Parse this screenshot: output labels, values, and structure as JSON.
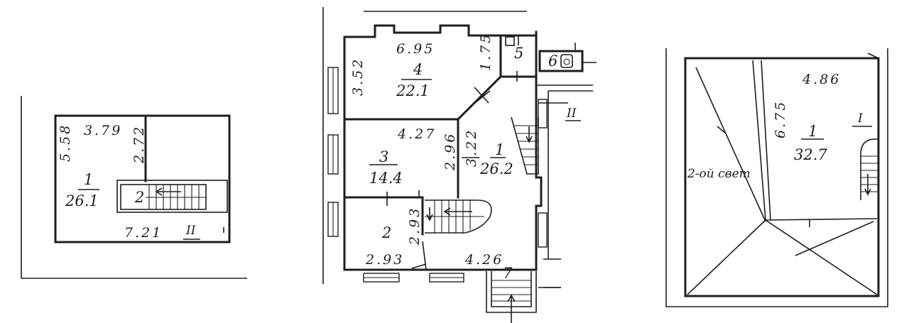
{
  "left_plan": {
    "dim_top": "3.79",
    "dim_left": "5.58",
    "dim_right": "2.72",
    "room_number": "1",
    "room_area": "26.1",
    "stair_number": "2",
    "dim_bottom": "7.21",
    "section_mark": "II"
  },
  "middle_plan": {
    "room4_dim_top": "6.95",
    "room4_dim_left": "3.52",
    "room4_dim_right": "1.75",
    "room4_number": "4",
    "room4_area": "22.1",
    "room5_number": "5",
    "room6_number": "6",
    "room3_dim_top": "4.27",
    "room3_dim_right": "2.96",
    "room3_number": "3",
    "room3_area": "14.4",
    "room1_dim_left": "3.22",
    "room1_number": "1",
    "room1_area": "26.2",
    "room2_number": "2",
    "room2_dim_vertical": "2.93",
    "room2_dim_bottom": "2.93",
    "dim_bottom_right": "4.26",
    "entrance_number": "7",
    "section_mark": "II"
  },
  "right_plan": {
    "dim_top": "4.86",
    "dim_left": "6.75",
    "room_number": "1",
    "room_area": "32.7",
    "section_mark": "I",
    "light_note": "2-ой свет"
  }
}
